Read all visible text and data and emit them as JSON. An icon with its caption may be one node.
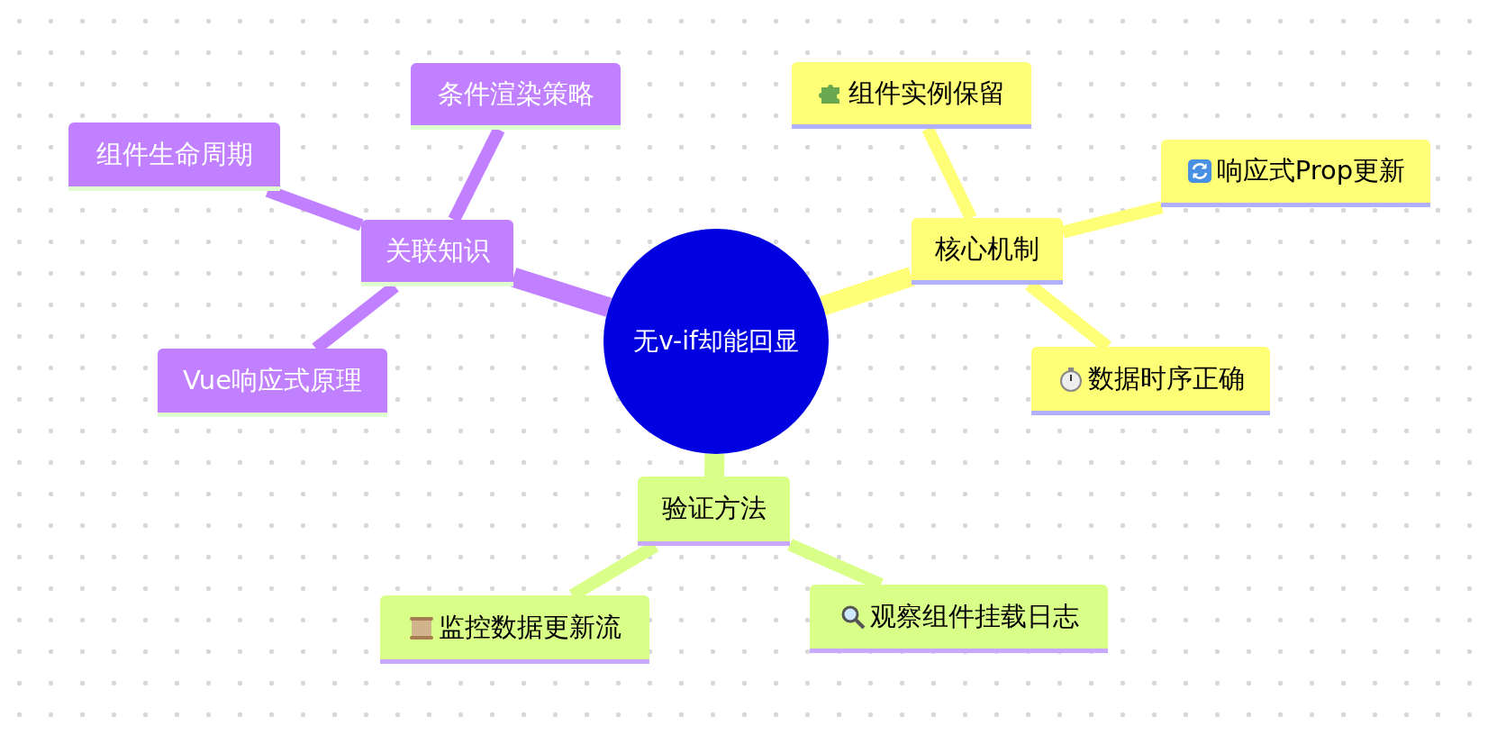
{
  "diagram": {
    "nodes": [
      {
        "text": [
          "无v-if却能回显"
        ]
      },
      {
        "text": [
          "核心机制"
        ]
      },
      {
        "text": [
          "组件实例保留"
        ]
      },
      {
        "text": [
          "响应式Prop更新"
        ]
      },
      {
        "text": [
          "数据时序正确"
        ]
      },
      {
        "text": [
          "验证方法"
        ]
      },
      {
        "text": [
          "监控数据更新流"
        ]
      },
      {
        "text": [
          "观察组件挂载日志"
        ]
      },
      {
        "text": [
          "关联知识"
        ]
      },
      {
        "text": [
          "条件渲染策略"
        ]
      },
      {
        "text": [
          "组件生命周期"
        ]
      },
      {
        "text": [
          "Vue响应式原理"
        ]
      }
    ],
    "edges": [
      {
        "from": 0,
        "to": 1,
        "arrow": "none",
        "color": "#ffff77"
      },
      {
        "from": 1,
        "to": 2,
        "arrow": "none",
        "color": "#ffff77"
      },
      {
        "from": 1,
        "to": 3,
        "arrow": "none",
        "color": "#ffff77"
      },
      {
        "from": 1,
        "to": 4,
        "arrow": "none",
        "color": "#ffff77"
      },
      {
        "from": 0,
        "to": 5,
        "arrow": "none",
        "color": "#d9ff88"
      },
      {
        "from": 5,
        "to": 6,
        "arrow": "none",
        "color": "#d9ff88"
      },
      {
        "from": 5,
        "to": 7,
        "arrow": "none",
        "color": "#d9ff88"
      },
      {
        "from": 0,
        "to": 8,
        "arrow": "none",
        "color": "#c080ff"
      },
      {
        "from": 8,
        "to": 9,
        "arrow": "none",
        "color": "#c080ff"
      },
      {
        "from": 8,
        "to": 10,
        "arrow": "none",
        "color": "#c080ff"
      },
      {
        "from": 8,
        "to": 11,
        "arrow": "none",
        "color": "#c080ff"
      }
    ]
  }
}
